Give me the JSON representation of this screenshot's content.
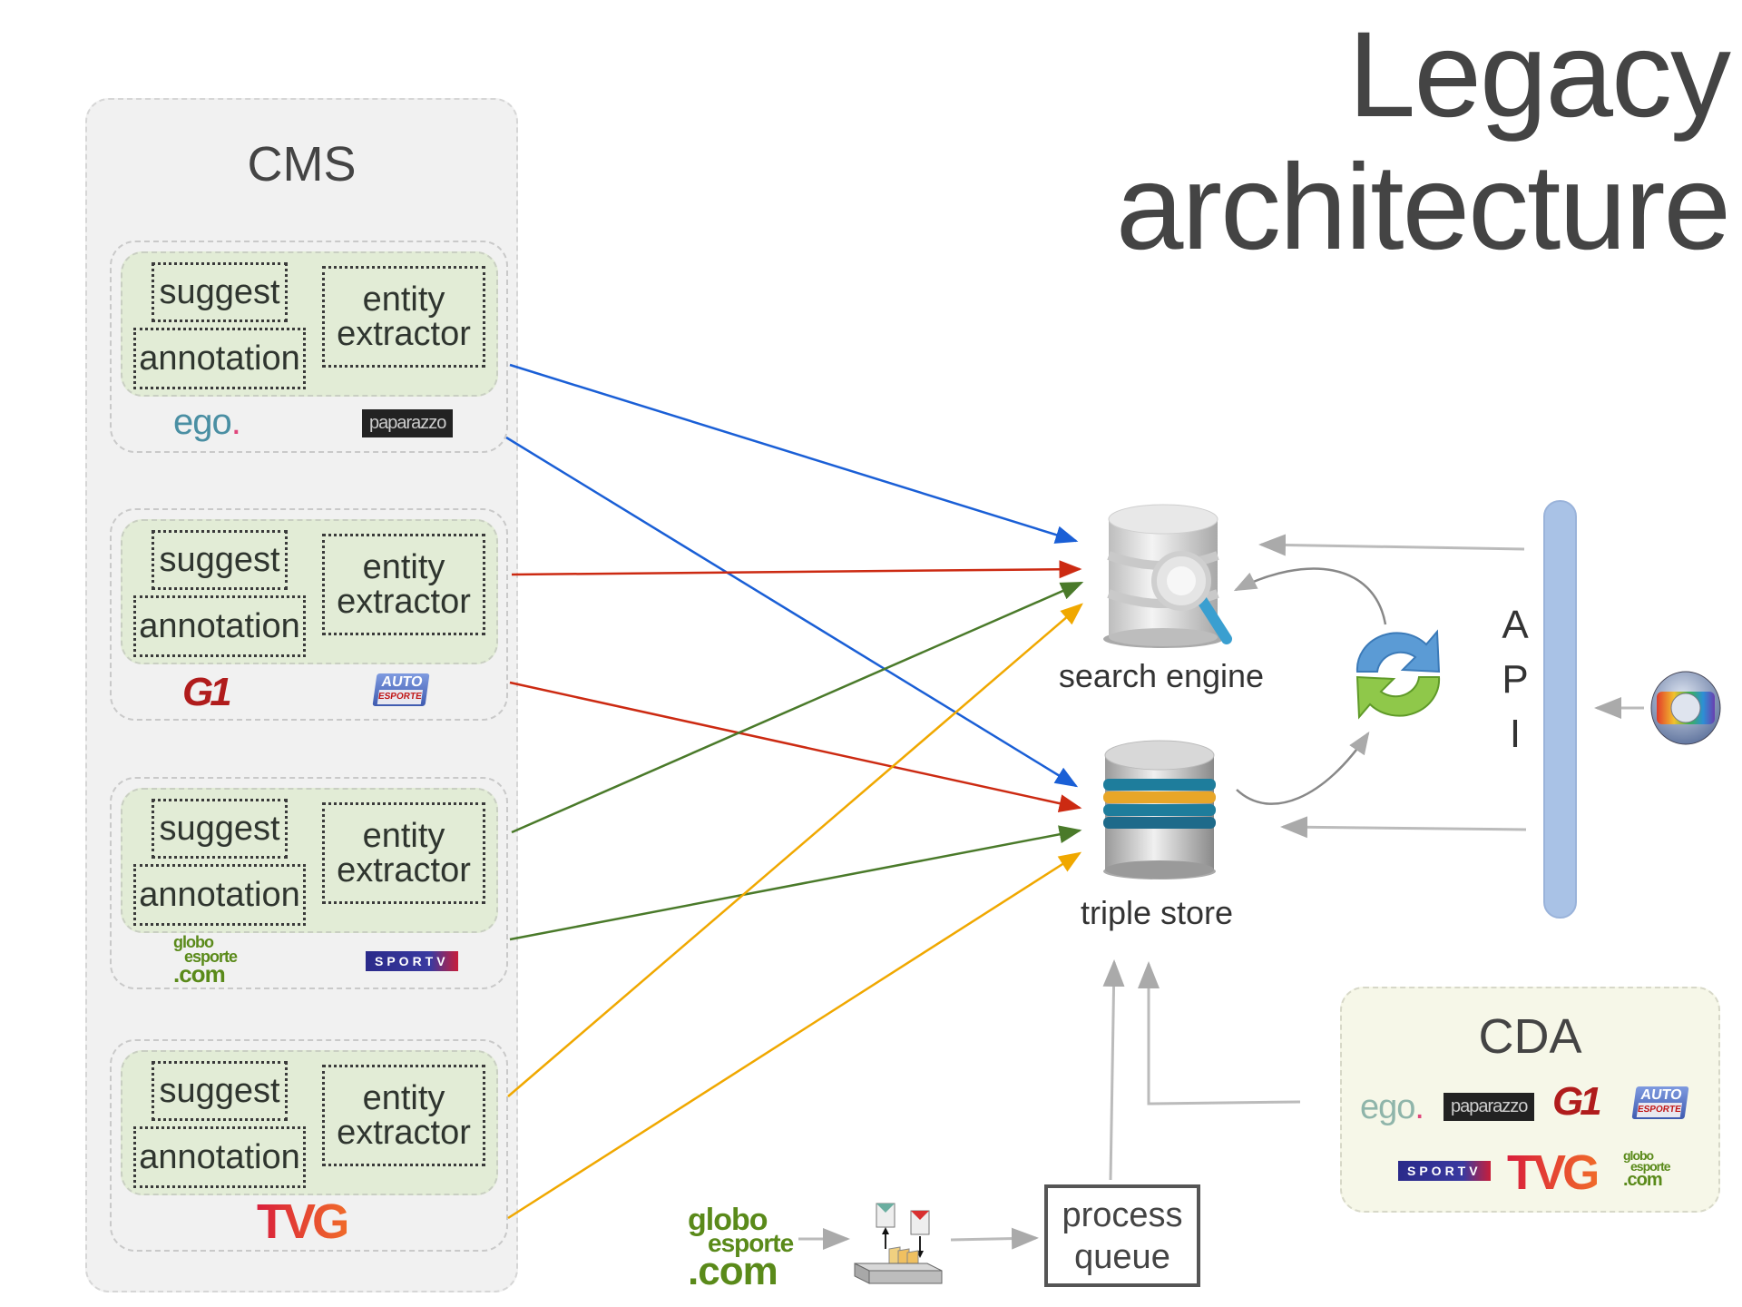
{
  "title": {
    "line1": "Legacy",
    "line2": "architecture"
  },
  "cms": {
    "label": "CMS",
    "groups": [
      {
        "suggest": "suggest",
        "annotation": "annotation",
        "extractor_line1": "entity",
        "extractor_line2": "extractor",
        "logos": [
          "ego.",
          "paparazzo"
        ]
      },
      {
        "suggest": "suggest",
        "annotation": "annotation",
        "extractor_line1": "entity",
        "extractor_line2": "extractor",
        "logos": [
          "G1",
          "AUTO ESPORTE"
        ]
      },
      {
        "suggest": "suggest",
        "annotation": "annotation",
        "extractor_line1": "entity",
        "extractor_line2": "extractor",
        "logos": [
          "globoesporte.com",
          "SPORTV"
        ]
      },
      {
        "suggest": "suggest",
        "annotation": "annotation",
        "extractor_line1": "entity",
        "extractor_line2": "extractor",
        "logos": [
          "TVG"
        ]
      }
    ]
  },
  "logos": {
    "ego": "ego",
    "ego_dot": ".",
    "paparazzo": "paparazzo",
    "g1": "G1",
    "auto": "AUTO",
    "auto_sub": "ESPORTE",
    "globo": "globo",
    "esporte": "esporte",
    "com": ".com",
    "sportv": "SPORTV",
    "tvg": "TVG"
  },
  "search_engine": {
    "label": "search engine"
  },
  "triple_store": {
    "label": "triple store"
  },
  "api": {
    "letters": [
      "A",
      "P",
      "I"
    ]
  },
  "cda": {
    "label": "CDA"
  },
  "process_queue": {
    "line1": "process",
    "line2": "queue"
  },
  "colors": {
    "blue": "#1a5fd6",
    "red": "#cc2a12",
    "green": "#4a7a2a",
    "orange": "#f0a800",
    "gray_arrow": "#b5b5b5",
    "api_bar": "#a9c2e6",
    "cms_inner": "#e2ecd6",
    "cda_bg": "#f6f7e8"
  }
}
